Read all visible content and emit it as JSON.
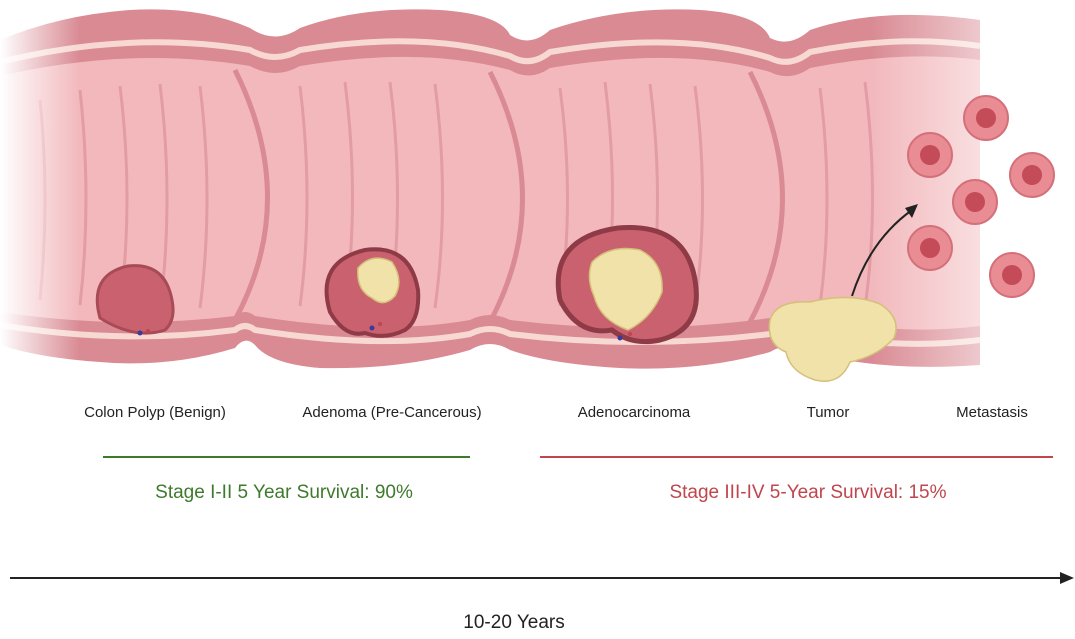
{
  "stages": [
    {
      "label": "Colon Polyp (Benign)"
    },
    {
      "label": "Adenoma (Pre-Cancerous)"
    },
    {
      "label": "Adenocarcinoma"
    },
    {
      "label": "Tumor"
    },
    {
      "label": "Metastasis"
    }
  ],
  "survival": {
    "early": {
      "text": "Stage I-II 5 Year Survival: 90%",
      "color": "#3e7a2c"
    },
    "late": {
      "text": "Stage III-IV 5-Year Survival: 15%",
      "color": "#c0454c"
    }
  },
  "timeline": {
    "label": "10-20 Years"
  },
  "palette": {
    "colon_wall": "#d98a93",
    "colon_inner": "#f2b8bc",
    "fold": "#e9a4aa",
    "polyp": "#c9626e",
    "lesion": "#f0e2a8",
    "cell": "#ea8c94",
    "nucleus": "#c44b58"
  }
}
